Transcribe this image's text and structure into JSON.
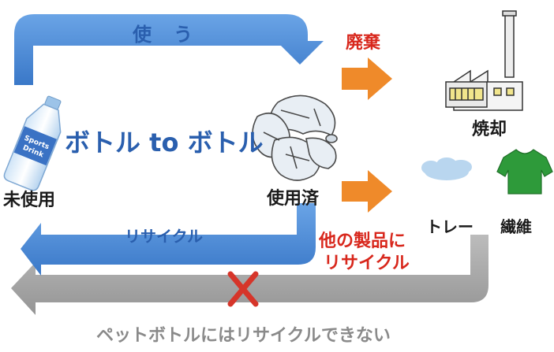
{
  "labels": {
    "use": "使　う",
    "discard": "廃棄",
    "incinerate": "焼却",
    "title": "ボトル to ボトル",
    "unused": "未使用",
    "used": "使用済",
    "tray": "トレー",
    "fiber": "繊維",
    "recycle": "リサイクル",
    "other_products_line1": "他の製品に",
    "other_products_line2": "リサイクル",
    "cannot_recycle": "ペットボトルにはリサイクルできない",
    "bottle_text_line1": "Sports",
    "bottle_text_line2": "Drink"
  },
  "colors": {
    "blue_arrow": "#4a87d3",
    "blue_text": "#2a5fae",
    "orange_arrow": "#ef8a2a",
    "red_text": "#d8271c",
    "gray_arrow": "#a3a3a3",
    "x_mark": "#d6352a",
    "shirt": "#2e9a3a",
    "tray": "#b9d6ef"
  },
  "icons": [
    "pet-bottle-icon",
    "crushed-bottles-icon",
    "factory-icon",
    "tray-icon",
    "tshirt-icon",
    "x-mark-icon"
  ]
}
